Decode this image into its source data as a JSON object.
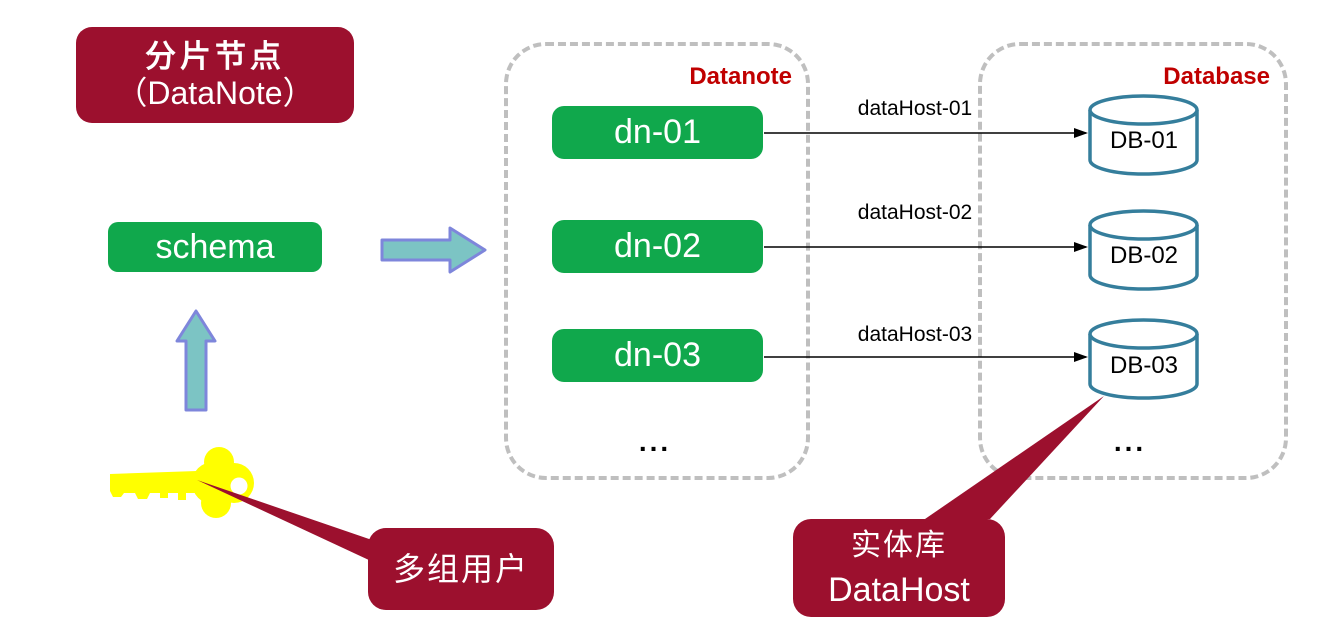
{
  "title_box": {
    "line1": "分片节点",
    "line2": "（DataNote）"
  },
  "schema": {
    "label": "schema"
  },
  "users_callout": {
    "label": "多组用户"
  },
  "datahost_callout": {
    "line1": "实体库",
    "line2": "DataHost"
  },
  "datanote_group": {
    "label": "Datanote",
    "ellipsis": "...",
    "nodes": [
      {
        "label": "dn-01"
      },
      {
        "label": "dn-02"
      },
      {
        "label": "dn-03"
      }
    ]
  },
  "database_group": {
    "label": "Database",
    "ellipsis": "...",
    "databases": [
      {
        "label": "DB-01"
      },
      {
        "label": "DB-02"
      },
      {
        "label": "DB-03"
      }
    ]
  },
  "connections": [
    {
      "label": "dataHost-01"
    },
    {
      "label": "dataHost-02"
    },
    {
      "label": "dataHost-03"
    }
  ],
  "icons": {
    "key": "key-icon",
    "arrow_up": "arrow-up-icon",
    "arrow_right": "arrow-right-icon",
    "database_cylinder": "database-cylinder-icon"
  },
  "colors": {
    "dark_red": "#9C102E",
    "green": "#10A84C",
    "group_label_red": "#C00000",
    "cylinder_stroke": "#357E9C",
    "block_arrow_fill": "#7CC4C4",
    "block_arrow_stroke": "#7E86DB",
    "key_yellow": "#FFFF00",
    "container_dash_gray": "#BFBFBF",
    "connector_black": "#000000"
  }
}
